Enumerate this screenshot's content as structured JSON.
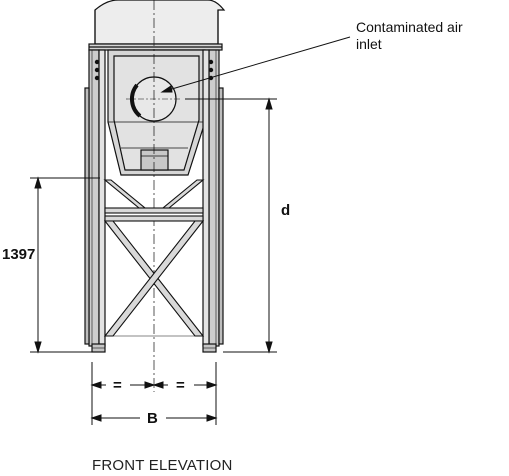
{
  "callout": {
    "line1": "Contaminated air",
    "line2": "inlet"
  },
  "dimensions": {
    "height": "1397",
    "d": "d",
    "equal_left": "=",
    "equal_right": "=",
    "width": "B"
  },
  "caption": "FRONT ELEVATION",
  "colors": {
    "line": "#111111",
    "fill_light": "#e3e3e3",
    "fill_mid": "#cfcfcf",
    "fill_dark": "#b9b9b9"
  }
}
